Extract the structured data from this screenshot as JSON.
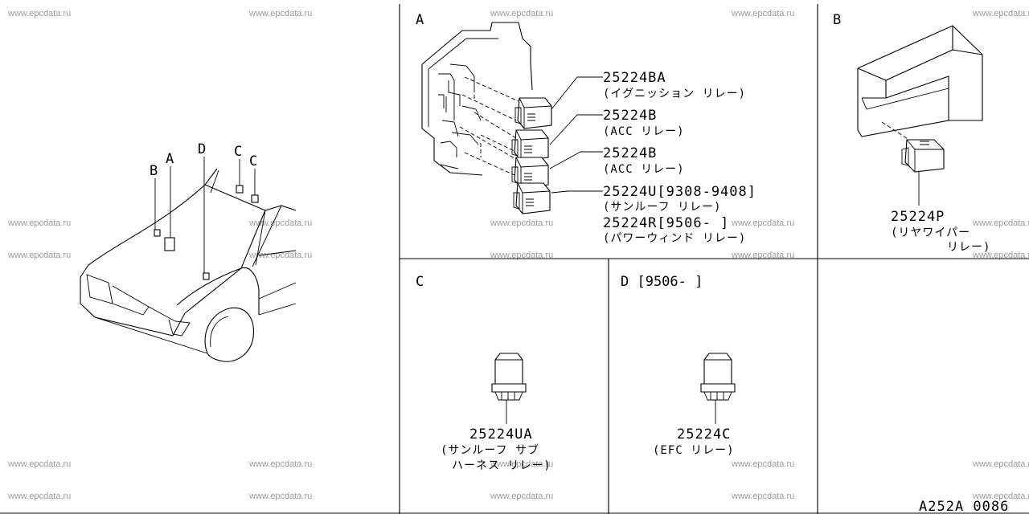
{
  "watermark_text": "www.epcdata.ru",
  "sections": {
    "A": "A",
    "B": "B",
    "C": "C",
    "D": "D [9506-    ]"
  },
  "overview_labels": {
    "A": "A",
    "B": "B",
    "C1": "C",
    "C2": "C",
    "D": "D"
  },
  "parts_a": [
    {
      "number": "25224BA",
      "name": "(イグニッション リレー)"
    },
    {
      "number": "25224B",
      "name": "(ACC リレー)"
    },
    {
      "number": "25224B",
      "name": "(ACC リレー)"
    },
    {
      "number": "25224U[9308-9408]",
      "name": "(サンルーフ リレー)"
    },
    {
      "number": "25224R[9506-    ]",
      "name": "(パワーウィンド リレー)"
    }
  ],
  "part_b": {
    "number": "25224P",
    "name_line1": "(リヤワイパー",
    "name_line2": "リレー)"
  },
  "part_c": {
    "number": "25224UA",
    "name_line1": "(サンルーフ サブ",
    "name_line2": "ハーネス リレー)"
  },
  "part_d": {
    "number": "25224C",
    "name": "(EFC リレー)"
  },
  "diagram_code": "A252A 0086"
}
